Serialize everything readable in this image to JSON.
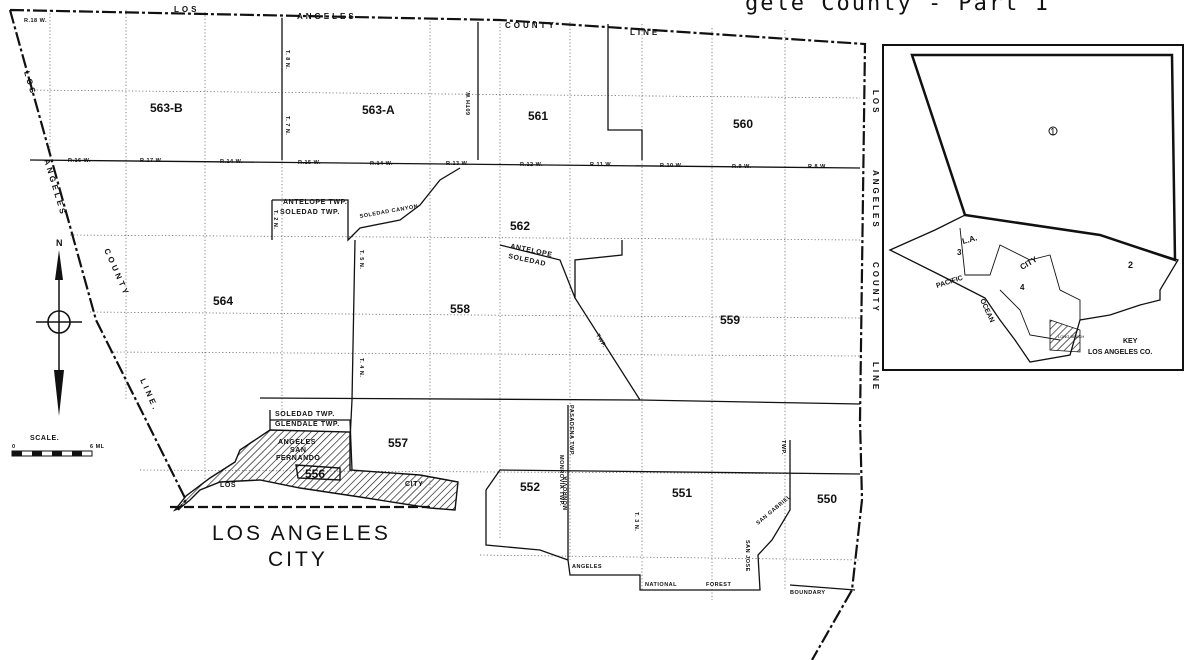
{
  "title_fragment": "gele County - Part 1",
  "county_line_labels": {
    "top": [
      "LOS",
      "ANGELES",
      "COUNTY",
      "LINE"
    ],
    "left": [
      "LOS",
      "ANGELES",
      "COUNTY",
      "LINE."
    ],
    "right": [
      "LOS",
      "ANGELES",
      "COUNTY",
      "LINE"
    ]
  },
  "tracts": [
    "563-B",
    "563-A",
    "561",
    "560",
    "562",
    "564",
    "558",
    "559",
    "557",
    "556",
    "552",
    "551",
    "550"
  ],
  "range_labels": [
    "R.18 W.",
    "R.16 W.",
    "R.17 W.",
    "R.14 W.",
    "R.15 W.",
    "R.14 W.",
    "R.13 W.",
    "R.12 W.",
    "R.11 W.",
    "R.10 W.",
    "R.9 W.",
    "R.8 W."
  ],
  "township_labels": [
    "T. 8 N.",
    "T. 7 N.",
    "T. 5 N.",
    "T. 4 N.",
    "T. 3 N.",
    "T. 2 N."
  ],
  "place_labels": {
    "antelope_twp": "ANTELOPE TWP.",
    "soledad_twp": "SOLEDAD TWP.",
    "antelope_curve": "ANTELOPE",
    "soledad_curve": "SOLEDAD",
    "soledad_twp_2": "SOLEDAD TWP.",
    "glendale_twp": "GLENDALE TWP.",
    "angeles": "ANGELES",
    "san": "SAN",
    "fernando": "FERNANDO",
    "los": "LOS",
    "city_small": "CITY",
    "pasadena_twp": "PASADENA TWP.",
    "monrovia_twp": "MONROVIA TWP.",
    "monrovia": "MONROVIA",
    "san_jose": "SAN JOSE",
    "san_gabriel": "SAN GABRIEL",
    "twp": "TWP.",
    "twp2": "TWP.",
    "angeles_nf": "ANGELES",
    "national": "NATIONAL",
    "forest": "FOREST",
    "boundary": "BOUNDARY",
    "soledad_canyon": "SOLEDAD CANYON",
    "sixtieth": "60TH W.",
    "la_city_big_1": "LOS ANGELES",
    "la_city_big_2": "CITY"
  },
  "compass": {
    "north": "N"
  },
  "scale": {
    "label": "SCALE.",
    "start": "0",
    "end": "6 ML"
  },
  "inset": {
    "region_1": "1",
    "region_2": "2",
    "region_3": "3",
    "region_4": "4",
    "la": "L.A.",
    "city": "CITY",
    "pacific": "PACIFIC",
    "ocean": "OCEAN",
    "long_beach": "LONG BEACH",
    "key": "KEY",
    "key_sub": "LOS ANGELES CO."
  }
}
